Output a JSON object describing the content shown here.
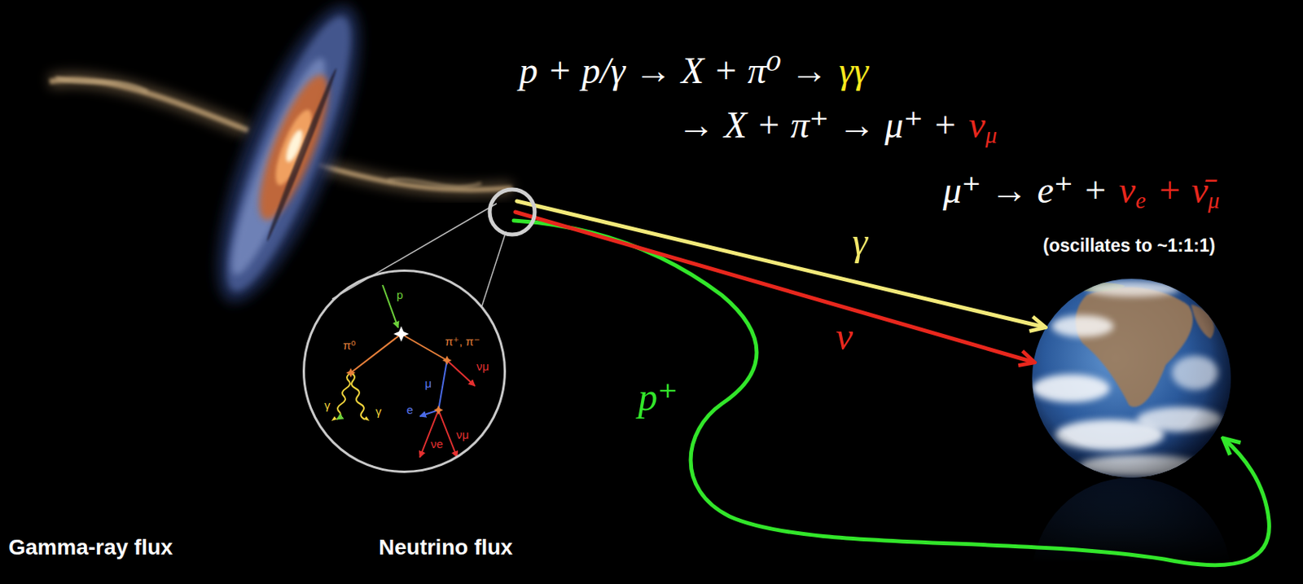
{
  "diagram": {
    "nodes": [
      {
        "text": [
          "p",
          "π⁰",
          "π⁺, π⁻",
          "γ",
          "γ",
          "νμ",
          "μ",
          "e",
          "νμ",
          "νe"
        ]
      }
    ],
    "labels": [
      "p + p/γ → X + π⁰ →",
      "γγ",
      "→ X + π⁺ → μ⁺ +",
      "ν",
      "μ",
      "μ⁺ → e⁺ +",
      "ν",
      "e",
      "+ ν̄",
      "μ",
      "(oscillates to ~1:1:1)",
      "γ",
      "ν",
      "p⁺",
      "Gamma-ray flux",
      "Neutrino flux"
    ]
  }
}
